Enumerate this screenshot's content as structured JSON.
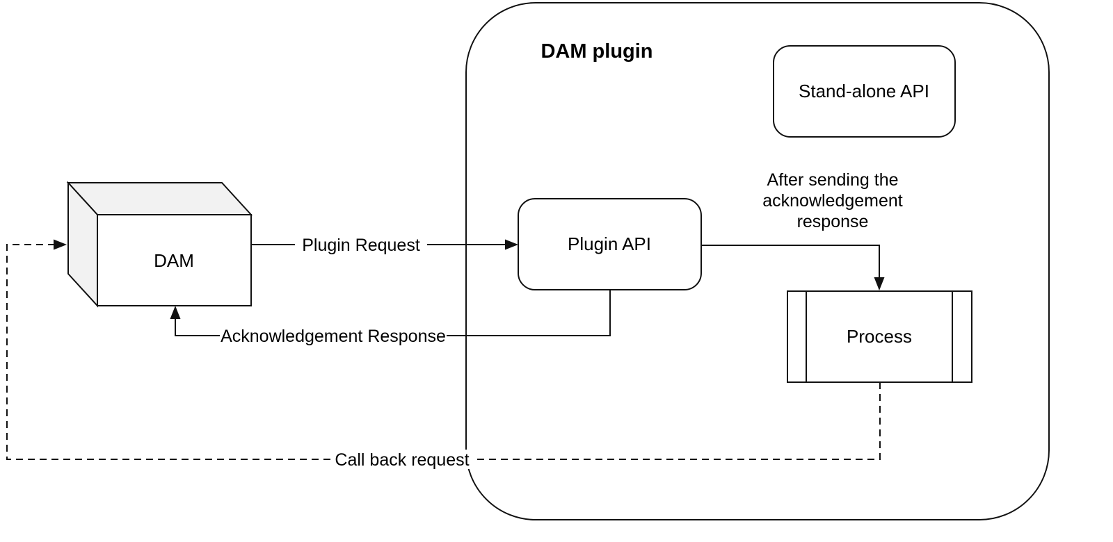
{
  "container": {
    "label": "DAM plugin"
  },
  "nodes": {
    "dam": {
      "label": "DAM",
      "shape": "cube"
    },
    "standalone_api": {
      "label": "Stand-alone API",
      "shape": "rounded-rectangle"
    },
    "plugin_api": {
      "label": "Plugin API",
      "shape": "rounded-rectangle"
    },
    "process": {
      "label": "Process",
      "shape": "predefined-process"
    }
  },
  "edges": {
    "plugin_request": {
      "label": "Plugin Request",
      "from": "DAM",
      "to": "Plugin API",
      "style": "solid"
    },
    "acknowledgement_response": {
      "label": "Acknowledgement Response",
      "from": "Plugin API",
      "to": "DAM",
      "style": "solid"
    },
    "after_acknowledgement": {
      "label_lines": [
        "After sending the",
        "acknowledgement",
        "response"
      ],
      "from": "Plugin API",
      "to": "Process",
      "style": "solid"
    },
    "callback_request": {
      "label": "Call back request",
      "from": "Process",
      "to": "DAM",
      "style": "dashed"
    }
  },
  "colors": {
    "stroke": "#111111",
    "cube_shade": "#f2f2f2",
    "background": "#ffffff"
  }
}
